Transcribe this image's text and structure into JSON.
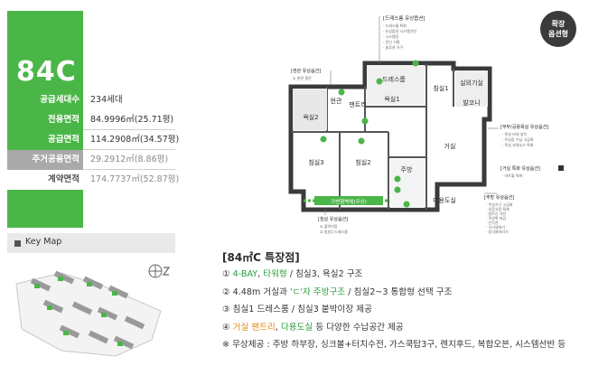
{
  "unit": {
    "title": "84C"
  },
  "specs": [
    {
      "label": "공급세대수",
      "value": "234세대"
    },
    {
      "label": "전용면적",
      "value": "84.9996㎡(25.71평)"
    },
    {
      "label": "공급면적",
      "value": "114.2908㎡(34.57평)"
    },
    {
      "label": "주거공용면적",
      "value": "29.2912㎡(8.86평)"
    },
    {
      "label": "계약면적",
      "value": "174.7737㎡(52.87평)"
    }
  ],
  "keymap": {
    "label": "Key Map"
  },
  "badge": {
    "line1": "확장",
    "line2": "옵션형"
  },
  "plan": {
    "rooms": {
      "bedroom1": "침실1",
      "bedroom2": "침실2",
      "bedroom3": "침실3",
      "dressroom": "드레스룸",
      "bath1": "욕실1",
      "bath2": "욕실2",
      "entrance": "현관",
      "pantry": "팬트리",
      "living": "거실",
      "kitchen": "주방",
      "laundry": "실외기실",
      "balcony": "발코니",
      "multiroom": "다용도실",
      "gasroom": "가변형벽체(무상)"
    },
    "callouts": {
      "dress_title": "[드레스룸 유상옵션]",
      "dress_items": [
        "· 드레스룸 특화",
        "· 유상옵션 시스템선반",
        "· 시스템장",
        "· 전신 거울",
        "· 솔루션 가구"
      ],
      "entry_title": "[현관 유상옵션]",
      "entry_items": [
        "① 현관 중문"
      ],
      "parent_title": "[부부/공용욕실 유상옵션]",
      "parent_items": [
        "· 욕실 비데 설치",
        "· 욕실장 수납 고급화",
        "· 욕실 샤워부스 특화"
      ],
      "living_title": "[거실 특화 유상옵션]",
      "living_items": [
        "· 아트월 특화"
      ],
      "bed_title": "[침실 유상옵션]",
      "bed_items": [
        "① 붙박이장",
        "② 침실1 드레스룸"
      ],
      "kitchen_title": "[주방 유상옵션]",
      "kitchen_items": [
        "· 주방가구 고급화",
        "· 냉장고장 특화",
        "· 빌트인 가전",
        "· 주방벽 마감",
        "· 인덕션",
        "· 식기세척기",
        "· 음식물처리기"
      ]
    }
  },
  "features": {
    "title": "[84㎡C 특장점]",
    "lines": [
      {
        "num": "①",
        "parts": [
          {
            "t": "4-BAY",
            "c": "hl"
          },
          {
            "t": ", ",
            "c": ""
          },
          {
            "t": "타워형",
            "c": "hl"
          },
          {
            "t": " / 침실3, 욕실2 구조",
            "c": ""
          }
        ]
      },
      {
        "num": "②",
        "parts": [
          {
            "t": "4.48m 거실과 ",
            "c": ""
          },
          {
            "t": "'ㄷ'자 주방구조",
            "c": "hl"
          },
          {
            "t": " / 침실2~3 통합형 선택 구조",
            "c": ""
          }
        ]
      },
      {
        "num": "③",
        "parts": [
          {
            "t": "침실1 드레스룸 / 침실3 붙박이장 제공",
            "c": ""
          }
        ]
      },
      {
        "num": "④",
        "parts": [
          {
            "t": "거실 팬트리",
            "c": "orange"
          },
          {
            "t": ", ",
            "c": ""
          },
          {
            "t": "다용도실",
            "c": "hl"
          },
          {
            "t": " 등 다양한 수납공간 제공",
            "c": ""
          }
        ]
      },
      {
        "num": "※",
        "parts": [
          {
            "t": "무상제공 : 주방 하부장, 싱크볼+터치수전, 가스쿡탑3구, 렌지후드, 복합오븐, 시스템선반 등",
            "c": ""
          }
        ]
      }
    ]
  },
  "colors": {
    "accent": "#4bb648",
    "gray": "#a9a9a9",
    "wall": "#3a3a3a"
  }
}
